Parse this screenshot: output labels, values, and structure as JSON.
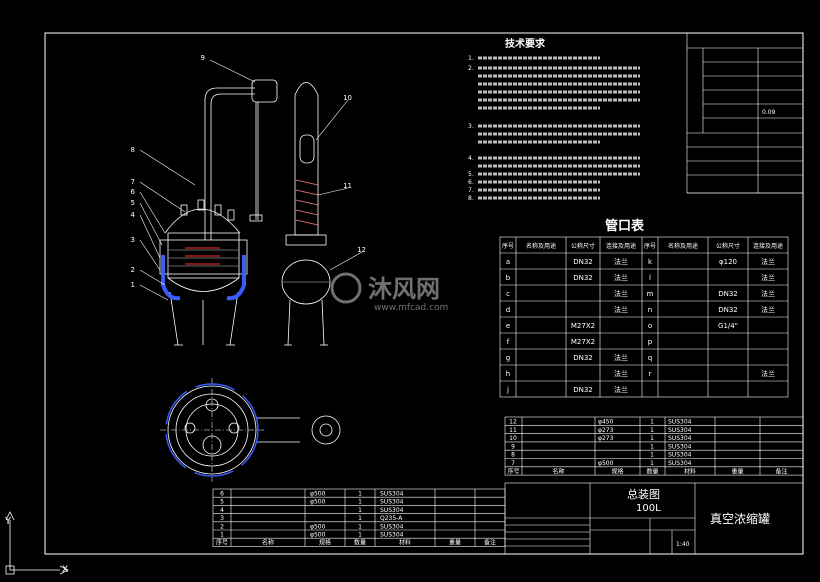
{
  "drawing": {
    "title_cn": "真空浓缩罐",
    "assembly_label": "总装图",
    "capacity": "100L",
    "scale": "1:40"
  },
  "tech_requirements": {
    "heading": "技术要求",
    "lines": [
      "1.",
      "2.",
      "3.",
      "4.",
      "5.",
      "6.",
      "7.",
      "8."
    ]
  },
  "nozzle_table": {
    "title": "管口表",
    "headers": [
      "序号",
      "名称及用途",
      "公称尺寸",
      "连接及用途",
      "序号",
      "名称及用途",
      "公称尺寸",
      "连接及用途"
    ],
    "rows": [
      [
        "a",
        "",
        "DN32",
        "法兰",
        "k",
        "",
        "φ120",
        "法兰"
      ],
      [
        "b",
        "",
        "DN32",
        "法兰",
        "l",
        "",
        "",
        "法兰"
      ],
      [
        "c",
        "",
        "",
        "法兰",
        "m",
        "",
        "DN32",
        "法兰"
      ],
      [
        "d",
        "",
        "",
        "法兰",
        "n",
        "",
        "DN32",
        "法兰"
      ],
      [
        "e",
        "",
        "M27X2",
        "",
        "o",
        "",
        "G1/4\"",
        ""
      ],
      [
        "f",
        "",
        "M27X2",
        "",
        "p",
        "",
        "",
        ""
      ],
      [
        "g",
        "",
        "DN32",
        "法兰",
        "q",
        "",
        "",
        ""
      ],
      [
        "h",
        "",
        "",
        "法兰",
        "r",
        "",
        "",
        "法兰"
      ],
      [
        "j",
        "",
        "DN32",
        "法兰",
        "",
        "",
        "",
        ""
      ]
    ]
  },
  "design_data": {
    "title": "",
    "rows": [
      [
        "",
        ""
      ],
      [
        "",
        ""
      ],
      [
        "",
        ""
      ],
      [
        "",
        ""
      ],
      [
        "",
        "0.09"
      ],
      [
        "",
        ""
      ],
      [
        "",
        ""
      ],
      [
        "",
        ""
      ],
      [
        "",
        ""
      ],
      [
        "",
        ""
      ],
      [
        "",
        ""
      ]
    ]
  },
  "parts_upper": [
    {
      "no": "12",
      "name": "",
      "spec": "φ450",
      "qty": "1",
      "material": "SUS304",
      "note": ""
    },
    {
      "no": "11",
      "name": "",
      "spec": "φ273",
      "qty": "1",
      "material": "SUS304",
      "note": ""
    },
    {
      "no": "10",
      "name": "",
      "spec": "φ273",
      "qty": "1",
      "material": "SUS304",
      "note": ""
    },
    {
      "no": "9",
      "name": "",
      "spec": "",
      "qty": "1",
      "material": "SUS304",
      "note": ""
    },
    {
      "no": "8",
      "name": "",
      "spec": "",
      "qty": "1",
      "material": "SUS304",
      "note": ""
    },
    {
      "no": "7",
      "name": "",
      "spec": "φ500",
      "qty": "1",
      "material": "SUS304",
      "note": ""
    }
  ],
  "parts_lower": [
    {
      "no": "6",
      "name": "",
      "spec": "φ500",
      "qty": "1",
      "material": "SUS304"
    },
    {
      "no": "5",
      "name": "",
      "spec": "φ500",
      "qty": "1",
      "material": "SUS304"
    },
    {
      "no": "4",
      "name": "",
      "spec": "",
      "qty": "1",
      "material": "SUS304"
    },
    {
      "no": "3",
      "name": "",
      "spec": "",
      "qty": "1",
      "material": "Q235-A"
    },
    {
      "no": "2",
      "name": "",
      "spec": "φ500",
      "qty": "1",
      "material": "SUS304"
    },
    {
      "no": "1",
      "name": "",
      "spec": "φ500",
      "qty": "1",
      "material": "SUS304"
    }
  ],
  "parts_header": [
    "序号",
    "名称",
    "规格",
    "数量",
    "材料",
    "重量",
    "备注"
  ],
  "leader_numbers": [
    "1",
    "2",
    "3",
    "4",
    "5",
    "6",
    "7",
    "8",
    "9",
    "10",
    "11",
    "12"
  ],
  "watermark": {
    "brand": "沐风网",
    "url": "www.mfcad.com"
  },
  "ucs": {
    "y": "Y",
    "x": "X"
  }
}
